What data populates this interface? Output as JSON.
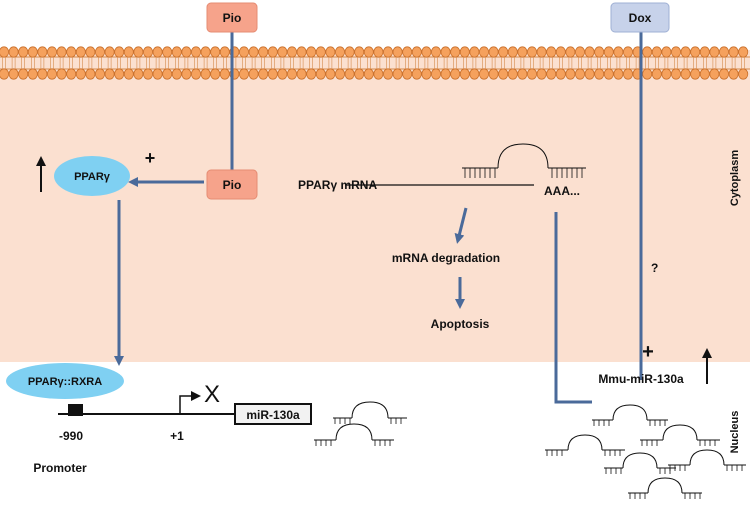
{
  "colors": {
    "cytoplasm": "#fbe0d0",
    "membrane_head": "#f5a15d",
    "membrane_head_stroke": "#c9702c",
    "arrow": "#4a6a9a",
    "pio_box": "#f6a38b",
    "dox_box": "#c7d2ea",
    "pparg_oval": "#7fd0f2",
    "black": "#111111"
  },
  "boxes": {
    "pio_top": "Pio",
    "pio_mid": "Pio",
    "dox": "Dox"
  },
  "ovals": {
    "pparg": "PPARγ",
    "pparg_rxra": "PPARγ::RXRA"
  },
  "labels": {
    "pparg_mrna": "PPARγ mRNA",
    "polya": "AAA...",
    "mrna_degradation": "mRNA degradation",
    "apoptosis": "Apoptosis",
    "question": "?",
    "plus_pparg": "+",
    "plus_mir": "+",
    "mmu_mir": "Mmu-miR-130a",
    "promoter_pos": "-990",
    "tss_pos": "+1",
    "promoter": "Promoter",
    "block_mark": "X",
    "gene": "miR-130a",
    "cytoplasm": "Cytoplasm",
    "nucleus": "Nucleus"
  },
  "icons": [
    "up-arrow-icon",
    "promoter-box-icon",
    "hairpin-icon",
    "tss-bent-arrow-icon"
  ]
}
